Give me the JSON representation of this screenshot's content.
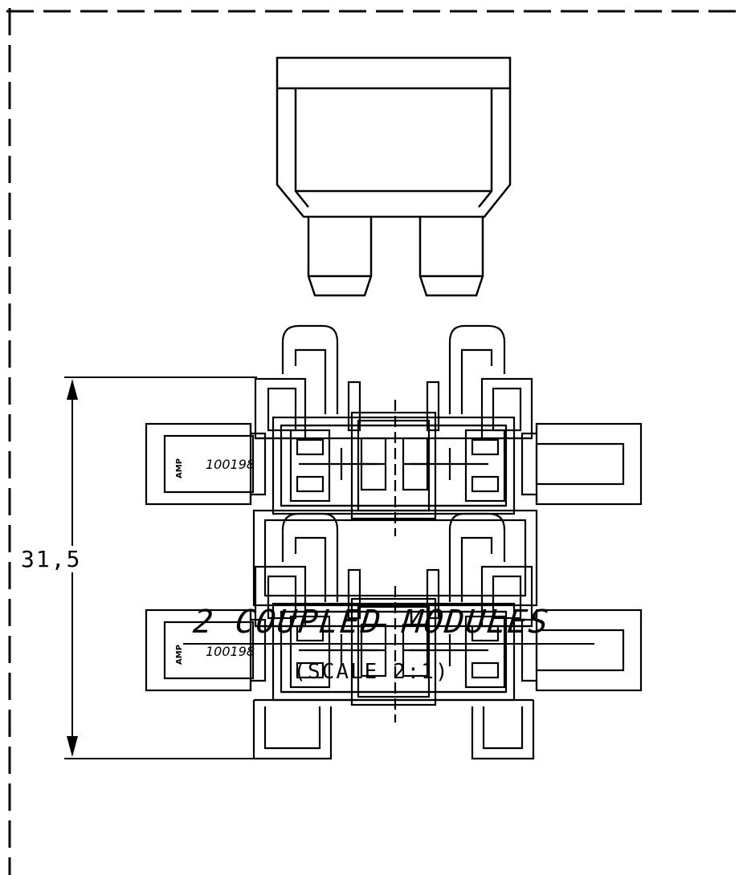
{
  "drawing": {
    "title": "2 COUPLED MODULES",
    "scale": "(SCALE 2:1)",
    "dimension": "31,5",
    "modules": [
      {
        "part_number": "100198",
        "logo": "AMP"
      },
      {
        "part_number": "100198",
        "logo": "AMP"
      }
    ]
  },
  "colors": {
    "ink": "#000000",
    "paper": "#ffffff"
  }
}
